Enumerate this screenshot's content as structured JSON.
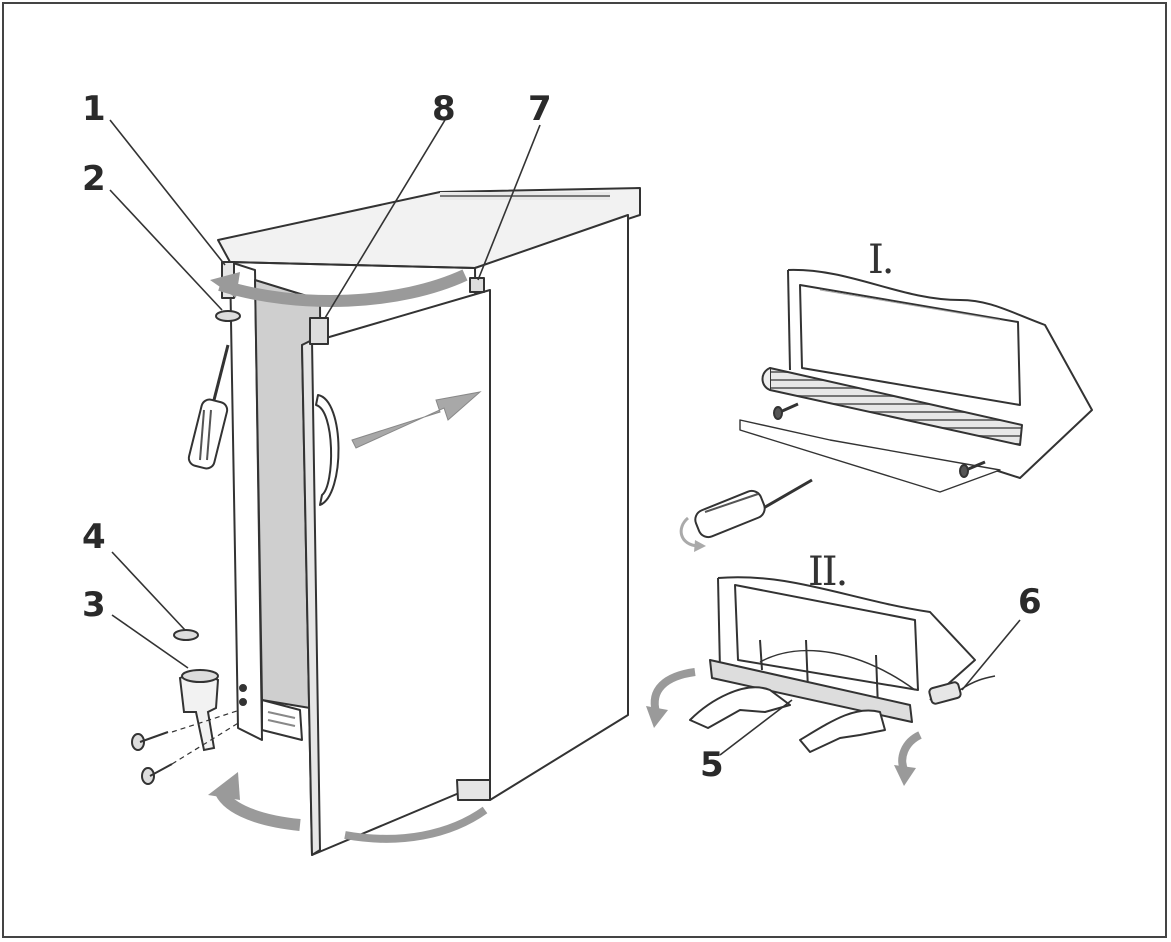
{
  "labels": {
    "l1": "1",
    "l2": "2",
    "l3": "3",
    "l4": "4",
    "l5": "5",
    "l6": "6",
    "l7": "7",
    "l8": "8"
  },
  "steps": {
    "step1": "I.",
    "step2": "II."
  },
  "colors": {
    "line": "#333333",
    "shade": "#cfcfcf",
    "arrow": "#9a9a9a",
    "light": "#eeeeee"
  }
}
